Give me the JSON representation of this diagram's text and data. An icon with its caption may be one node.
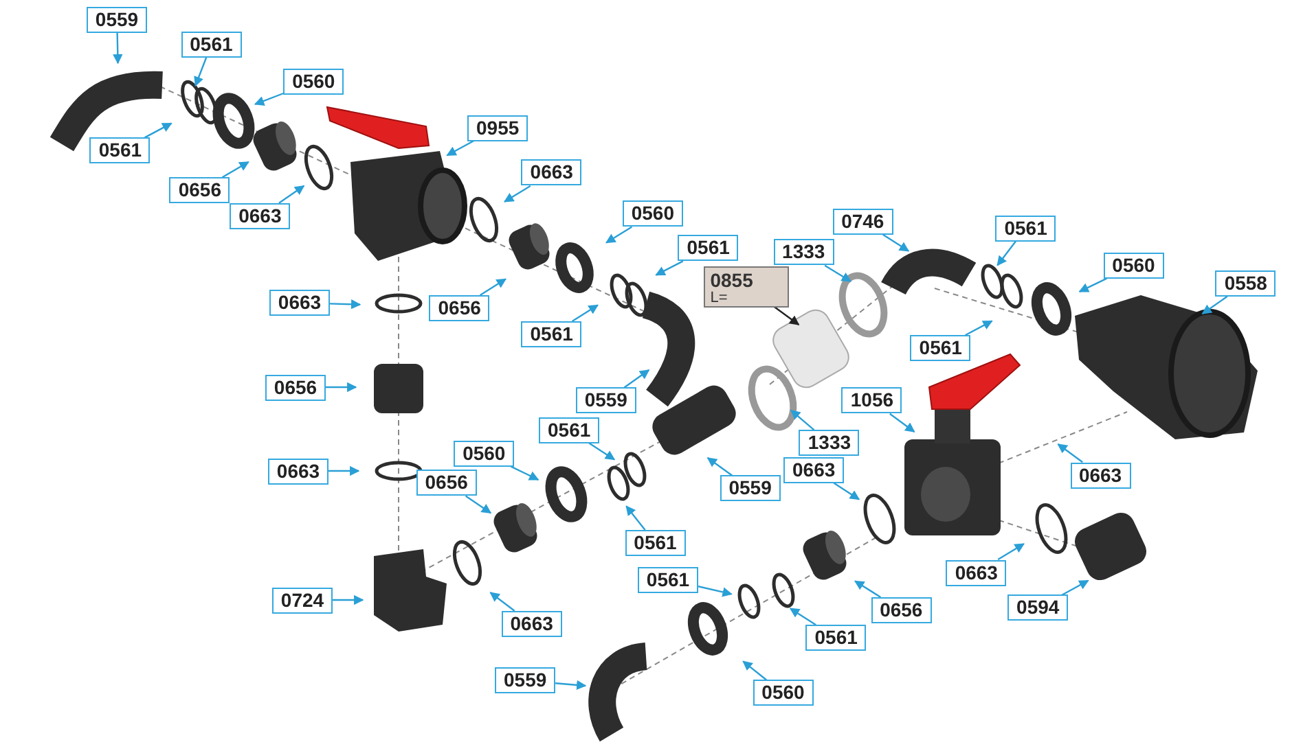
{
  "diagram": {
    "nodes": [
      {
        "text": [
          "0559"
        ]
      },
      {
        "text": [
          "0561"
        ]
      },
      {
        "text": [
          "0560"
        ]
      },
      {
        "text": [
          "0561"
        ]
      },
      {
        "text": [
          "0656"
        ]
      },
      {
        "text": [
          "0663"
        ]
      },
      {
        "text": [
          "0955"
        ]
      },
      {
        "text": [
          "0663"
        ]
      },
      {
        "text": [
          "0663"
        ]
      },
      {
        "text": [
          "0656"
        ]
      },
      {
        "text": [
          "0663"
        ]
      },
      {
        "text": [
          "0724"
        ]
      },
      {
        "text": [
          "0656"
        ]
      },
      {
        "text": [
          "0560"
        ]
      },
      {
        "text": [
          "0561"
        ]
      },
      {
        "text": [
          "0561"
        ]
      },
      {
        "text": [
          "0559"
        ]
      },
      {
        "text": [
          "0855",
          "L="
        ]
      },
      {
        "text": [
          "1333"
        ]
      },
      {
        "text": [
          "0746"
        ]
      },
      {
        "text": [
          "0561"
        ]
      },
      {
        "text": [
          "0560"
        ]
      },
      {
        "text": [
          "0561"
        ]
      },
      {
        "text": [
          "0558"
        ]
      },
      {
        "text": [
          "1333"
        ]
      },
      {
        "text": [
          "1056"
        ]
      },
      {
        "text": [
          "0561"
        ]
      },
      {
        "text": [
          "0560"
        ]
      },
      {
        "text": [
          "0656"
        ]
      },
      {
        "text": [
          "0559"
        ]
      },
      {
        "text": [
          "0561"
        ]
      },
      {
        "text": [
          "0663"
        ]
      },
      {
        "text": [
          "0663"
        ]
      },
      {
        "text": [
          "0663"
        ]
      },
      {
        "text": [
          "0561"
        ]
      },
      {
        "text": [
          "0561"
        ]
      },
      {
        "text": [
          "0656"
        ]
      },
      {
        "text": [
          "0663"
        ]
      },
      {
        "text": [
          "0594"
        ]
      },
      {
        "text": [
          "0559"
        ]
      },
      {
        "text": [
          "0560"
        ]
      }
    ],
    "edges": [
      {
        "from": 0,
        "to": null,
        "arrow": "to"
      },
      {
        "from": 1,
        "to": null,
        "arrow": "to"
      },
      {
        "from": 2,
        "to": null,
        "arrow": "to"
      },
      {
        "from": 3,
        "to": null,
        "arrow": "to"
      },
      {
        "from": 4,
        "to": null,
        "arrow": "to"
      },
      {
        "from": 5,
        "to": null,
        "arrow": "to"
      },
      {
        "from": 6,
        "to": null,
        "arrow": "to"
      },
      {
        "from": 7,
        "to": null,
        "arrow": "to"
      },
      {
        "from": 8,
        "to": null,
        "arrow": "to"
      },
      {
        "from": 9,
        "to": null,
        "arrow": "to"
      },
      {
        "from": 10,
        "to": null,
        "arrow": "to"
      },
      {
        "from": 11,
        "to": null,
        "arrow": "to"
      },
      {
        "from": 12,
        "to": null,
        "arrow": "to"
      },
      {
        "from": 13,
        "to": null,
        "arrow": "to"
      },
      {
        "from": 14,
        "to": null,
        "arrow": "to"
      },
      {
        "from": 15,
        "to": null,
        "arrow": "to"
      },
      {
        "from": 16,
        "to": null,
        "arrow": "to"
      },
      {
        "from": 17,
        "to": null,
        "arrow": "to",
        "color": "#222222"
      },
      {
        "from": 18,
        "to": null,
        "arrow": "to"
      },
      {
        "from": 19,
        "to": null,
        "arrow": "to"
      },
      {
        "from": 20,
        "to": null,
        "arrow": "to"
      },
      {
        "from": 21,
        "to": null,
        "arrow": "to"
      },
      {
        "from": 22,
        "to": null,
        "arrow": "to"
      },
      {
        "from": 23,
        "to": null,
        "arrow": "to"
      },
      {
        "from": 24,
        "to": null,
        "arrow": "to"
      },
      {
        "from": 25,
        "to": null,
        "arrow": "to"
      },
      {
        "from": 26,
        "to": null,
        "arrow": "to"
      },
      {
        "from": 27,
        "to": null,
        "arrow": "to"
      },
      {
        "from": 28,
        "to": null,
        "arrow": "to"
      },
      {
        "from": 29,
        "to": null,
        "arrow": "to"
      },
      {
        "from": 30,
        "to": null,
        "arrow": "to"
      },
      {
        "from": 31,
        "to": null,
        "arrow": "to"
      },
      {
        "from": 32,
        "to": null,
        "arrow": "to"
      },
      {
        "from": 33,
        "to": null,
        "arrow": "to"
      },
      {
        "from": 34,
        "to": null,
        "arrow": "to"
      },
      {
        "from": 35,
        "to": null,
        "arrow": "to"
      },
      {
        "from": 36,
        "to": null,
        "arrow": "to"
      },
      {
        "from": 37,
        "to": null,
        "arrow": "to"
      },
      {
        "from": 38,
        "to": null,
        "arrow": "to"
      },
      {
        "from": 39,
        "to": null,
        "arrow": "to"
      },
      {
        "from": 40,
        "to": null,
        "arrow": "to"
      }
    ]
  }
}
